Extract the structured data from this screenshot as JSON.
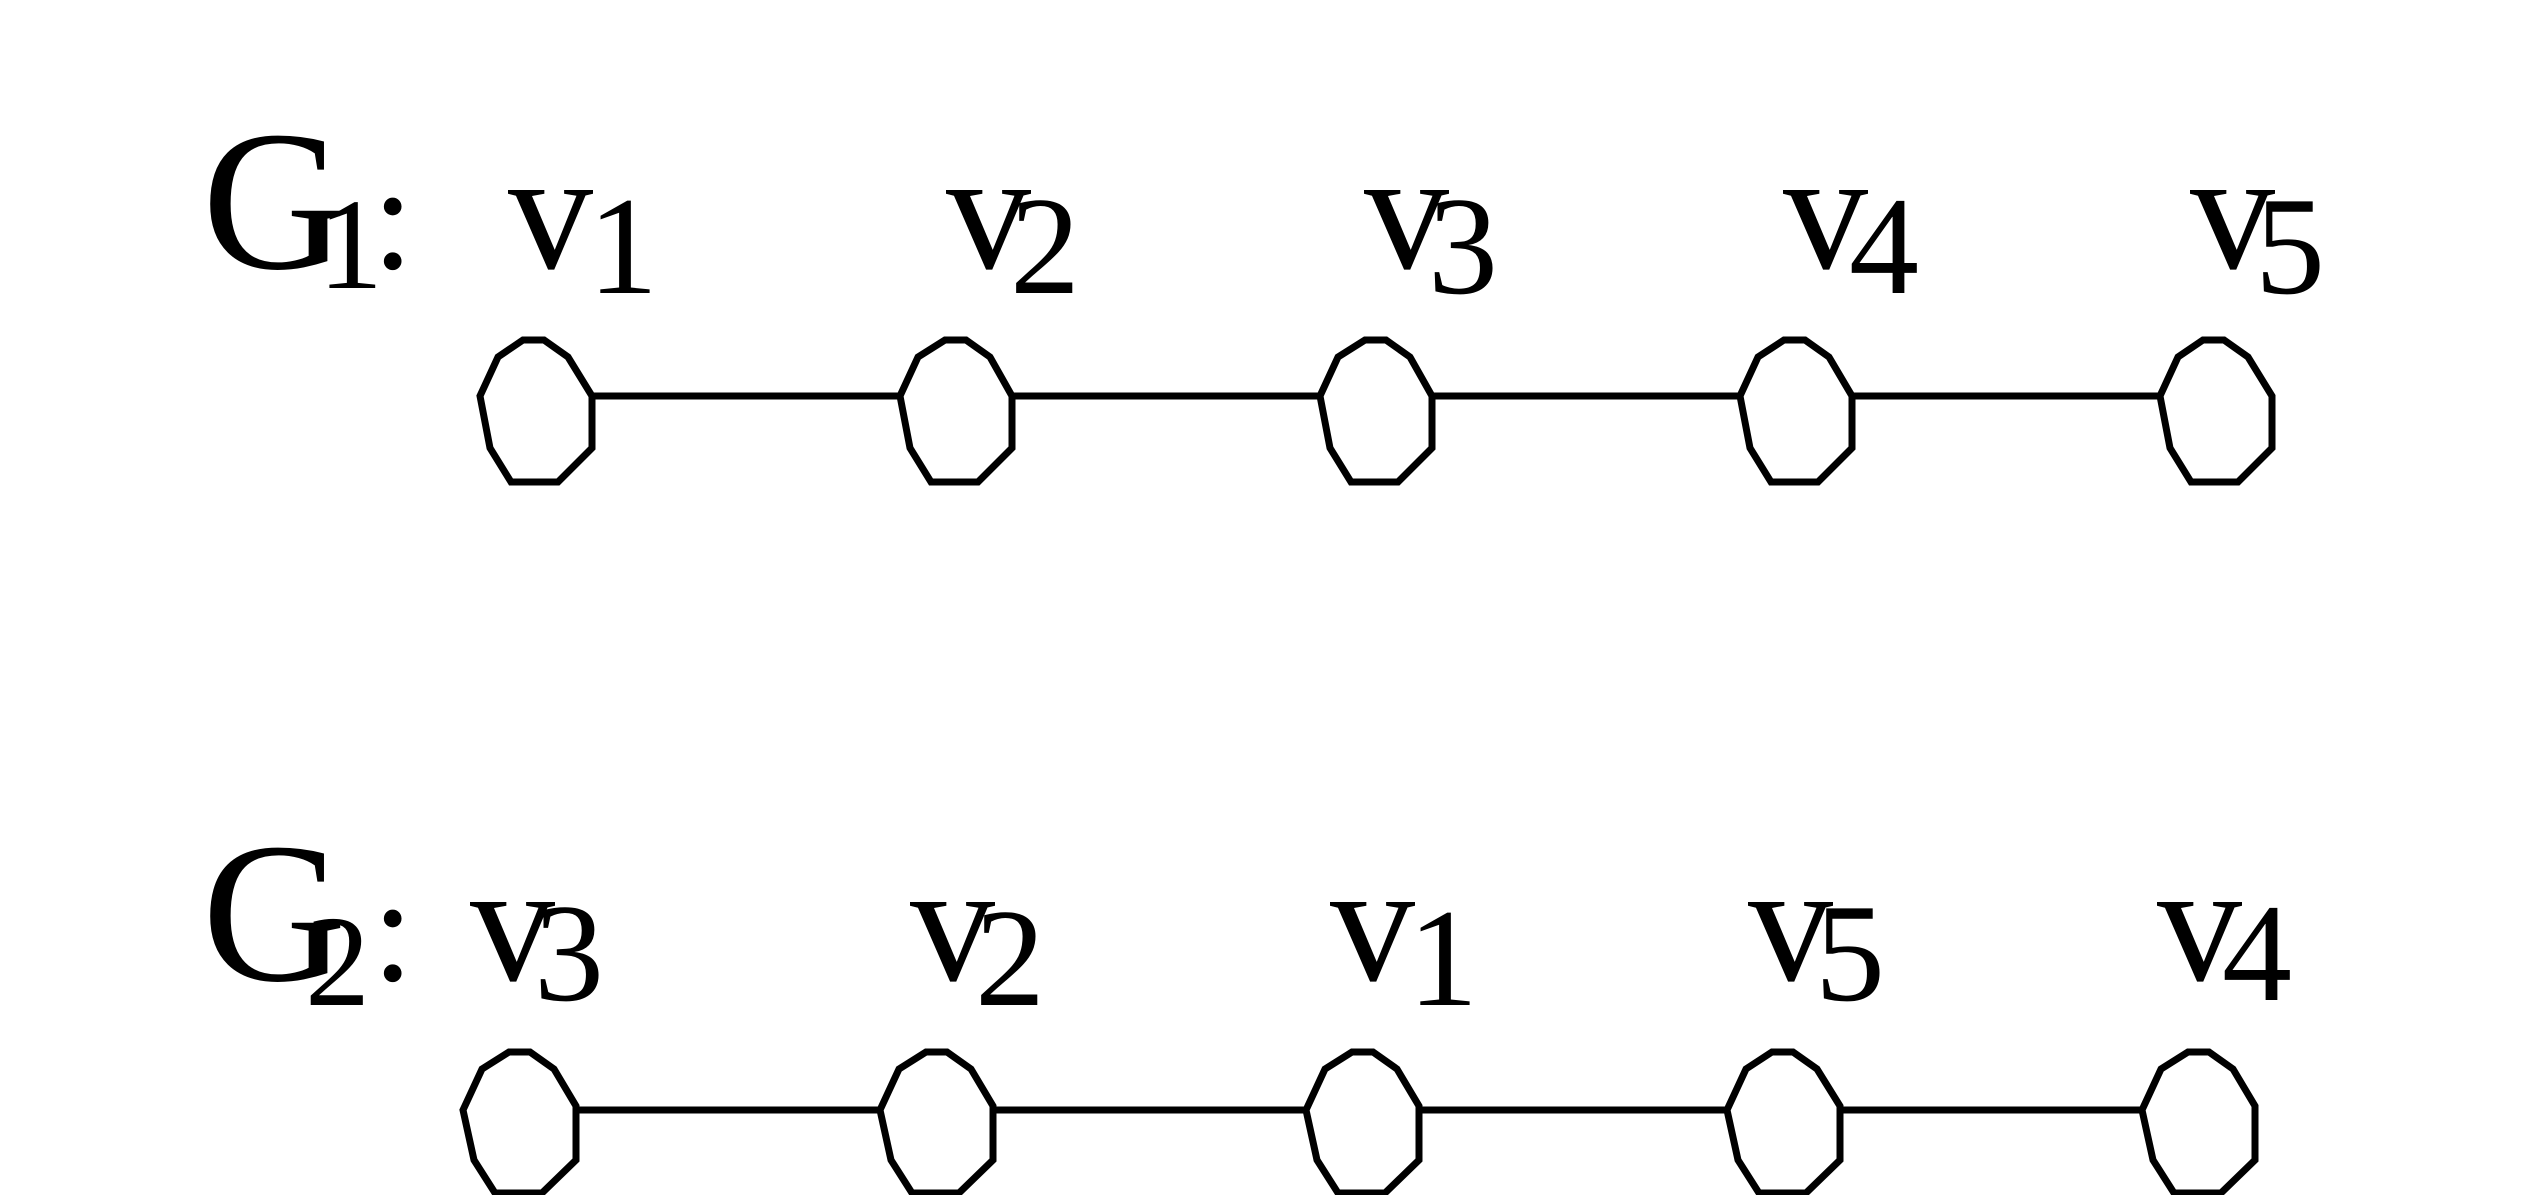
{
  "graphs": [
    {
      "name": "G",
      "sub": "1",
      "colon": ":",
      "nodes": [
        {
          "base": "v",
          "sub": "1"
        },
        {
          "base": "v",
          "sub": "2"
        },
        {
          "base": "v",
          "sub": "3"
        },
        {
          "base": "v",
          "sub": "4"
        },
        {
          "base": "v",
          "sub": "5"
        }
      ]
    },
    {
      "name": "G",
      "sub": "2",
      "colon": ":",
      "nodes": [
        {
          "base": "v",
          "sub": "3"
        },
        {
          "base": "v",
          "sub": "2"
        },
        {
          "base": "v",
          "sub": "1"
        },
        {
          "base": "v",
          "sub": "5"
        },
        {
          "base": "v",
          "sub": "4"
        }
      ]
    }
  ],
  "colors": {
    "stroke": "#000000",
    "background": "#ffffff"
  }
}
